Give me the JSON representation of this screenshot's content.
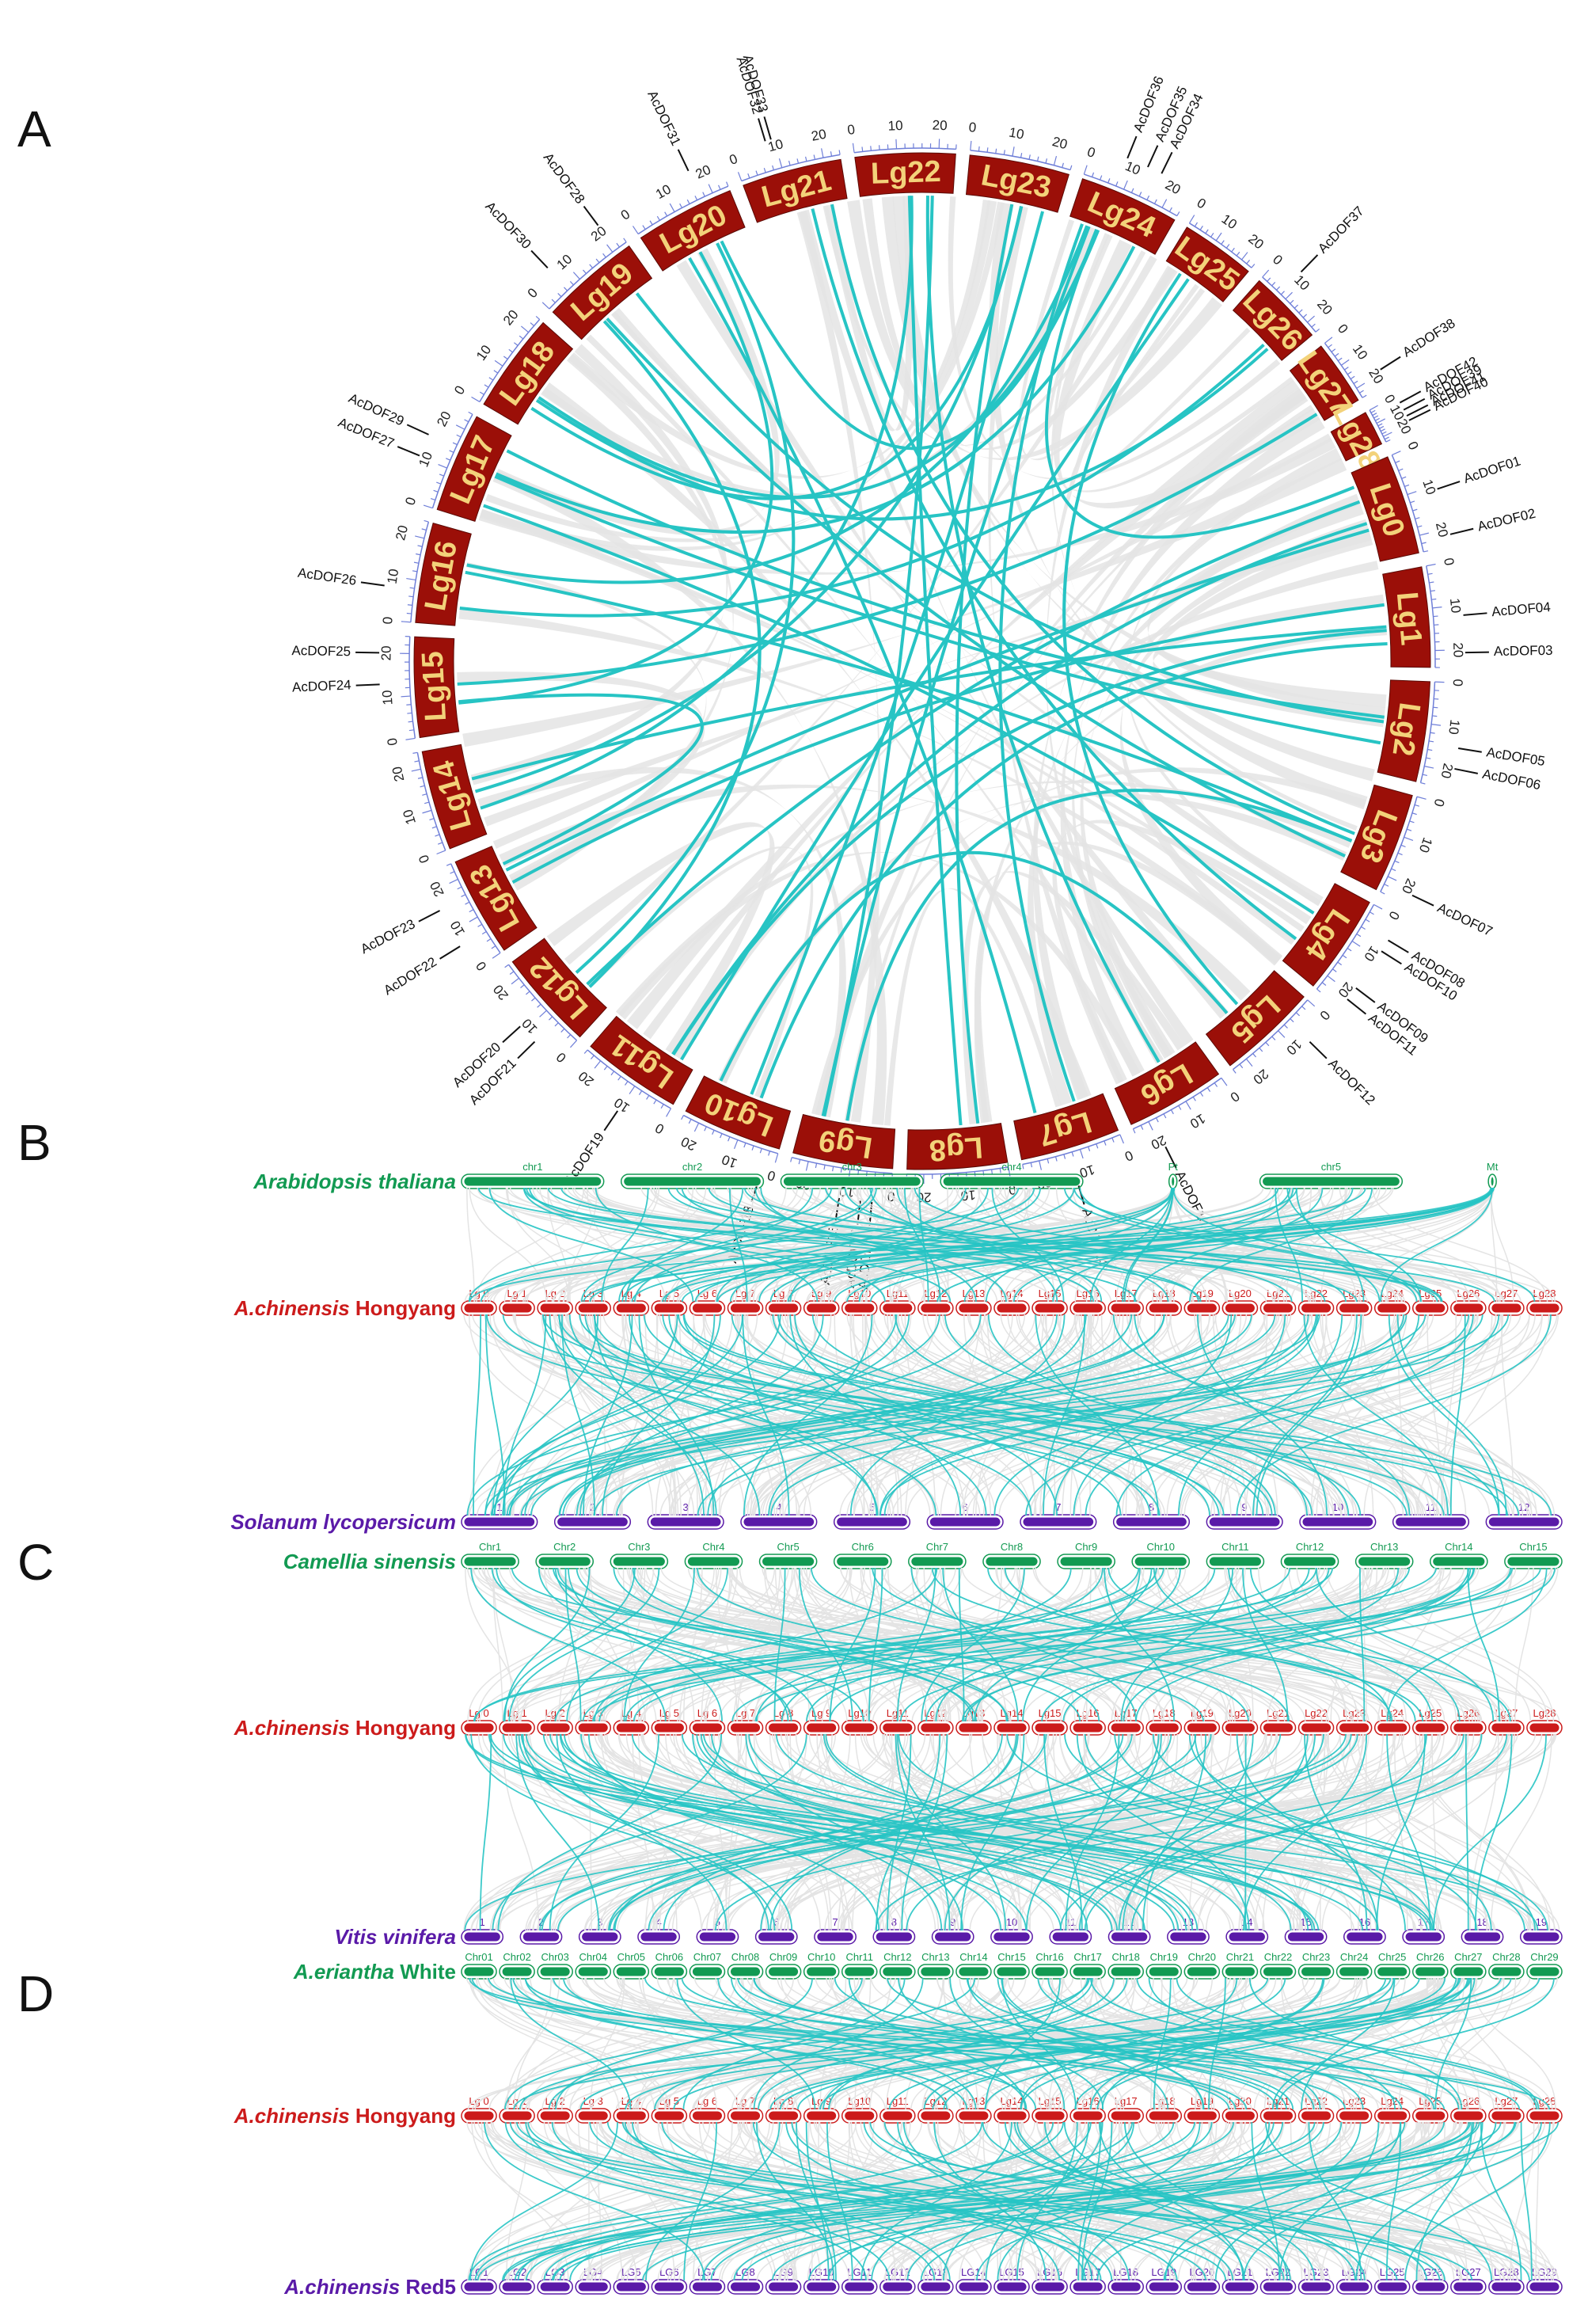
{
  "panels": [
    "A",
    "B",
    "C",
    "D"
  ],
  "colors": {
    "segment_fill": "#9b0f08",
    "segment_label": "#f3d27a",
    "link": "#27c4c4",
    "background_link": "#e4e4e4",
    "tick_scale": "#6f7fd8",
    "species_green": "#129a52",
    "species_red": "#cc1b1b",
    "species_purple": "#5a1aa8"
  },
  "circos": {
    "segments": [
      "Lg0",
      "Lg1",
      "Lg2",
      "Lg3",
      "Lg4",
      "Lg5",
      "Lg6",
      "Lg7",
      "Lg8",
      "Lg9",
      "Lg10",
      "Lg11",
      "Lg12",
      "Lg13",
      "Lg14",
      "Lg15",
      "Lg16",
      "Lg17",
      "Lg18",
      "Lg19",
      "Lg20",
      "Lg21",
      "Lg22",
      "Lg23",
      "Lg24",
      "Lg25",
      "Lg26",
      "Lg27",
      "Lg28"
    ],
    "genes": [
      "AcDOF01",
      "AcDOF02",
      "AcDOF03",
      "AcDOF04",
      "AcDOF05",
      "AcDOF06",
      "AcDOF07",
      "AcDOF08",
      "AcDOF09",
      "AcDOF10",
      "AcDOF11",
      "AcDOF12",
      "AcDOF13",
      "AcDOF14",
      "AcDOF15",
      "AcDOF16",
      "AcDOF17",
      "AcDOF18",
      "AcDOF19",
      "AcDOF20",
      "AcDOF21",
      "AcDOF22",
      "AcDOF23",
      "AcDOF24",
      "AcDOF25",
      "AcDOF26",
      "AcDOF27",
      "AcDOF28",
      "AcDOF29",
      "AcDOF30",
      "AcDOF31",
      "AcDOF32",
      "AcDOF33",
      "AcDOF34",
      "AcDOF35",
      "AcDOF36",
      "AcDOF37",
      "AcDOF38",
      "AcDOF39",
      "AcDOF40",
      "AcDOF41",
      "AcDOF42"
    ],
    "tick_labels": [
      "0",
      "10",
      "20"
    ]
  },
  "synteny": [
    {
      "top": {
        "prefix": "Arabidopsis thaliana",
        "suffix": "",
        "color": "species_green",
        "chromosomes": [
          "chr1",
          "chr2",
          "chr3",
          "chr4",
          "Pt",
          "chr5",
          "Mt"
        ]
      },
      "middle": {
        "prefix": "A.chinensis",
        "suffix": " Hongyang",
        "color": "species_red",
        "chromosomes": [
          "Lg 0",
          "Lg 1",
          "Lg 2",
          "Lg 3",
          "Lg 4",
          "Lg 5",
          "Lg 6",
          "Lg 7",
          "Lg 8",
          "Lg 9",
          "Lg10",
          "Lg11",
          "Lg12",
          "Lg13",
          "Lg14",
          "Lg15",
          "Lg16",
          "Lg17",
          "Lg18",
          "Lg19",
          "Lg20",
          "Lg21",
          "Lg22",
          "Lg23",
          "Lg24",
          "Lg25",
          "Lg26",
          "Lg27",
          "Lg28"
        ]
      },
      "bottom": {
        "prefix": "Solanum lycopersicum",
        "suffix": "",
        "color": "species_purple",
        "chromosomes": [
          "1",
          "2",
          "3",
          "4",
          "5",
          "6",
          "7",
          "8",
          "9",
          "10",
          "11",
          "12"
        ]
      }
    },
    {
      "top": {
        "prefix": "Camellia sinensis",
        "suffix": "",
        "color": "species_green",
        "chromosomes": [
          "Chr1",
          "Chr2",
          "Chr3",
          "Chr4",
          "Chr5",
          "Chr6",
          "Chr7",
          "Chr8",
          "Chr9",
          "Chr10",
          "Chr11",
          "Chr12",
          "Chr13",
          "Chr14",
          "Chr15"
        ]
      },
      "middle": {
        "prefix": "A.chinensis",
        "suffix": " Hongyang",
        "color": "species_red",
        "chromosomes": [
          "Lg 0",
          "Lg 1",
          "Lg 2",
          "Lg 3",
          "Lg 4",
          "Lg 5",
          "Lg 6",
          "Lg 7",
          "Lg 8",
          "Lg 9",
          "Lg10",
          "Lg11",
          "Lg12",
          "Lg13",
          "Lg14",
          "Lg15",
          "Lg16",
          "Lg17",
          "Lg18",
          "Lg19",
          "Lg20",
          "Lg21",
          "Lg22",
          "Lg23",
          "Lg24",
          "Lg25",
          "Lg26",
          "Lg27",
          "Lg28"
        ]
      },
      "bottom": {
        "prefix": "Vitis vinifera",
        "suffix": "",
        "color": "species_purple",
        "chromosomes": [
          "1",
          "2",
          "3",
          "4",
          "5",
          "6",
          "7",
          "8",
          "9",
          "10",
          "11",
          "12",
          "13",
          "14",
          "15",
          "16",
          "17",
          "18",
          "19"
        ]
      }
    },
    {
      "top": {
        "prefix": "A.eriantha",
        "suffix": " White",
        "color": "species_green",
        "chromosomes": [
          "Chr01",
          "Chr02",
          "Chr03",
          "Chr04",
          "Chr05",
          "Chr06",
          "Chr07",
          "Chr08",
          "Chr09",
          "Chr10",
          "Chr11",
          "Chr12",
          "Chr13",
          "Chr14",
          "Chr15",
          "Chr16",
          "Chr17",
          "Chr18",
          "Chr19",
          "Chr20",
          "Chr21",
          "Chr22",
          "Chr23",
          "Chr24",
          "Chr25",
          "Chr26",
          "Chr27",
          "Chr28",
          "Chr29"
        ]
      },
      "middle": {
        "prefix": "A.chinensis",
        "suffix": " Hongyang",
        "color": "species_red",
        "chromosomes": [
          "Lg 0",
          "Lg 1",
          "Lg 2",
          "Lg 3",
          "Lg 4",
          "Lg 5",
          "Lg 6",
          "Lg 7",
          "Lg 8",
          "Lg 9",
          "Lg10",
          "Lg11",
          "Lg12",
          "Lg13",
          "Lg14",
          "Lg15",
          "Lg16",
          "Lg17",
          "Lg18",
          "Lg19",
          "Lg20",
          "Lg21",
          "Lg22",
          "Lg23",
          "Lg24",
          "Lg25",
          "Lg26",
          "Lg27",
          "Lg28"
        ]
      },
      "bottom": {
        "prefix": "A.chinensis",
        "suffix": " Red5",
        "color": "species_purple",
        "chromosomes": [
          "LG1",
          "LG2",
          "LG3",
          "LG4",
          "LG5",
          "LG6",
          "LG7",
          "LG8",
          "LG9",
          "LG10",
          "LG11",
          "LG12",
          "LG13",
          "LG14",
          "LG15",
          "LG16",
          "LG17",
          "LG18",
          "LG19",
          "LG20",
          "LG21",
          "LG22",
          "LG23",
          "LG24",
          "LG25",
          "LG26",
          "LG27",
          "LG28",
          "LG29"
        ]
      }
    }
  ]
}
